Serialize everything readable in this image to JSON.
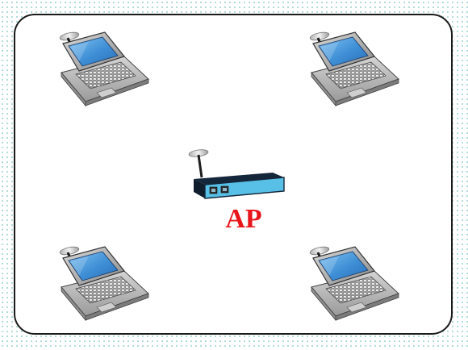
{
  "access_point": {
    "label": "AP"
  },
  "devices": [
    {
      "type": "laptop",
      "icon": "laptop-icon"
    },
    {
      "type": "laptop",
      "icon": "laptop-icon"
    },
    {
      "type": "laptop",
      "icon": "laptop-icon"
    },
    {
      "type": "laptop",
      "icon": "laptop-icon"
    },
    {
      "type": "access-point",
      "icon": "access-point-icon"
    }
  ],
  "colors": {
    "frame_border": "#1a1a1a",
    "screen": "#3f8fd6",
    "access_point_body": "#58c0e6",
    "label": "#e8151b",
    "background_dots": "#a6d6d4"
  }
}
